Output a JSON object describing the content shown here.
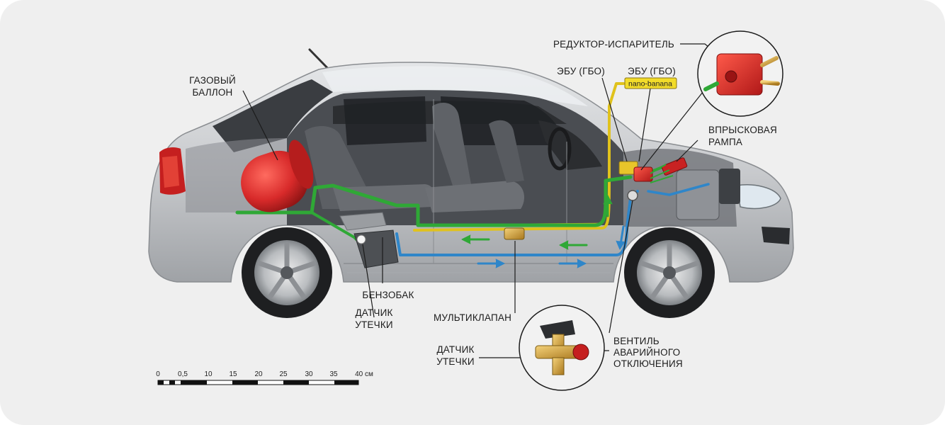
{
  "labels": {
    "gas_tank": [
      "ГАЗОВЫЙ",
      "БАЛЛОН"
    ],
    "reducer": "РЕДУКТОР-ИСПАРИТЕЛЬ",
    "ecu_1": "ЭБУ (ГБО)",
    "ecu_2": "ЭБУ (ГБО)",
    "ecu_tag": "nano-banana",
    "injector_rail": [
      "ВПРЫСКОВАЯ",
      "РАМПА"
    ],
    "petrol_tank": "БЕНЗОБАК",
    "leak_sensor_1": [
      "ДАТЧИК",
      "УТЕЧКИ"
    ],
    "multivalve": "МУЛЬТИКЛАПАН",
    "leak_sensor_2": [
      "ДАТЧИК",
      "УТЕЧКИ"
    ],
    "shutoff_valve": [
      "ВЕНТИЛЬ",
      "АВАРИЙНОГО",
      "ОТКЛЮЧЕНИЯ"
    ]
  },
  "scale": {
    "ticks": [
      "0",
      "0,5",
      "10",
      "15",
      "20",
      "25",
      "30",
      "35",
      "40 см"
    ]
  },
  "colors": {
    "gas_line": "#2fa836",
    "petrol_line": "#2f86c9",
    "signal_line": "#e0c21c",
    "tank": "#d82a2a",
    "body": "#c9cbce"
  }
}
